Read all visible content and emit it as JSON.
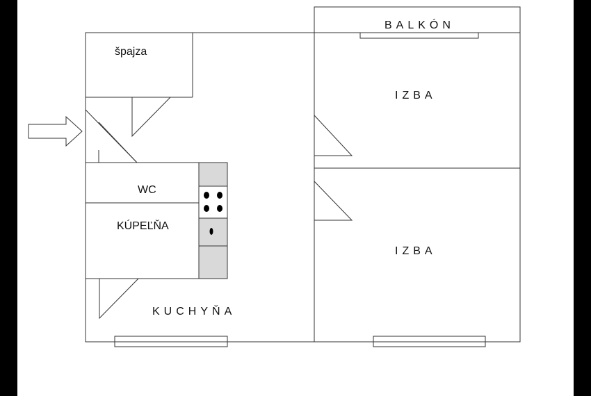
{
  "plan": {
    "rooms": {
      "spajza": "špajza",
      "balkon": "BALKÓN",
      "izba_top": "IZBA",
      "izba_bottom": "IZBA",
      "wc": "WC",
      "kupelna": "KÚPEĽŇA",
      "kuchyna": "KUCHYŇA"
    },
    "colors": {
      "background": "#ffffff",
      "wall": "#333333",
      "counter_fill": "#d9d9d9",
      "burner": "#000000",
      "side_bars": "#000000"
    },
    "icons": {
      "entrance": "arrow-right-icon",
      "stove": "stove-icon",
      "sink": "sink-icon"
    }
  }
}
